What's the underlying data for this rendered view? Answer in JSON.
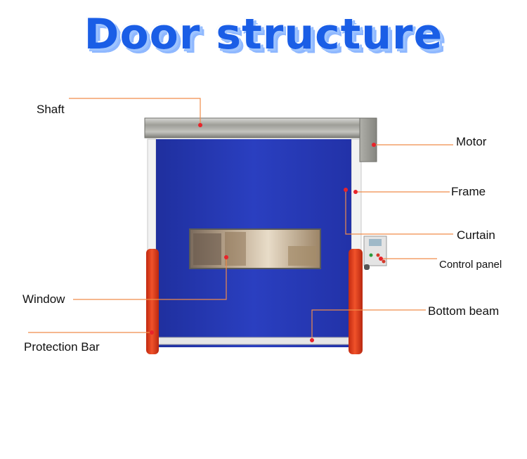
{
  "title": "Door structure",
  "labels": {
    "shaft": "Shaft",
    "motor": "Motor",
    "frame": "Frame",
    "curtain": "Curtain",
    "control_panel": "Control panel",
    "window": "Window",
    "bottom_beam": "Bottom beam",
    "protection_bar": "Protection Bar"
  },
  "colors": {
    "title": "#1a5ee6",
    "curtain": "#2337b5",
    "protection_bar": "#e03a1a",
    "leader_line": "#f08c4a",
    "marker": "#e8232a"
  }
}
